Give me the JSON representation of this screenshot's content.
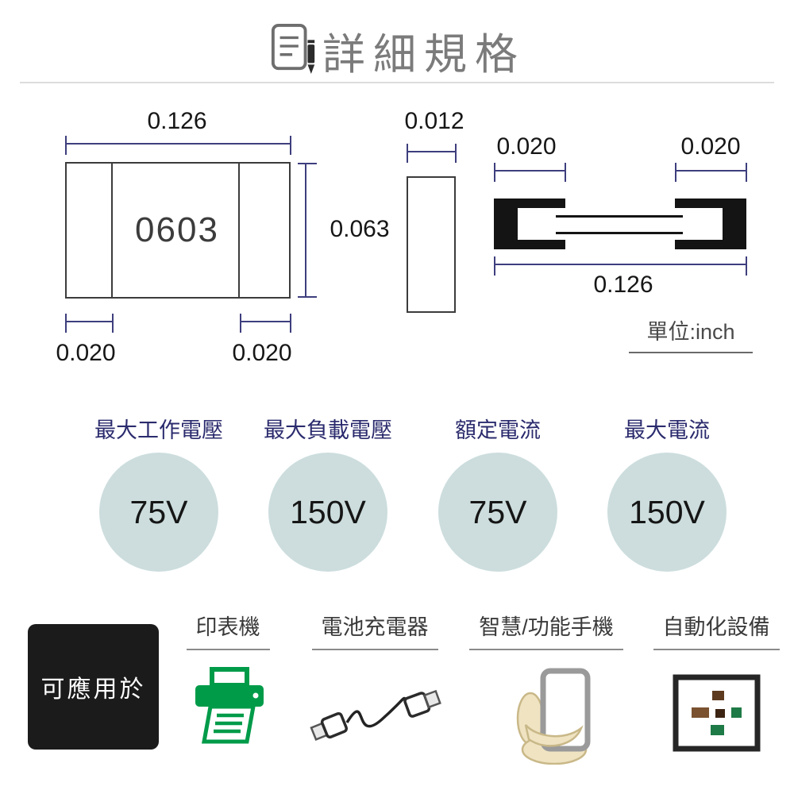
{
  "header": {
    "title": "詳細規格",
    "icon": "document-pen-icon"
  },
  "drawings": {
    "unit_label": "單位:inch",
    "front_view": {
      "width": "0.126",
      "height": "0.063",
      "left_pad": "0.020",
      "right_pad": "0.020",
      "body_label": "0603"
    },
    "side_view": {
      "thickness": "0.012"
    },
    "top_view": {
      "left_pad": "0.020",
      "right_pad": "0.020",
      "length": "0.126"
    }
  },
  "specs": [
    {
      "label": "最大工作電壓",
      "value": "75V"
    },
    {
      "label": "最大負載電壓",
      "value": "150V"
    },
    {
      "label": "額定電流",
      "value": "75V"
    },
    {
      "label": "最大電流",
      "value": "150V"
    }
  ],
  "applications": {
    "intro": "可應用於",
    "items": [
      {
        "label": "印表機",
        "icon": "printer-icon"
      },
      {
        "label": "電池充電器",
        "icon": "charger-cable-icon"
      },
      {
        "label": "智慧/功能手機",
        "icon": "smartphone-hand-icon"
      },
      {
        "label": "自動化設備",
        "icon": "automation-equipment-icon"
      }
    ]
  },
  "colors": {
    "title_gray": "#7b7b7b",
    "drawing_line": "#3c3c3c",
    "dimension_line": "#3e3e7e",
    "electrode_black": "#141414",
    "circle_fill": "#cddddd",
    "spec_label_navy": "#2b2b6e",
    "apply_box_black": "#1b1b1b",
    "printer_green": "#009b49",
    "hand_beige": "#efe3c2",
    "automation_brown": "#7a5230",
    "automation_dark_brown": "#5d3a1e",
    "automation_green": "#1e7a46"
  }
}
